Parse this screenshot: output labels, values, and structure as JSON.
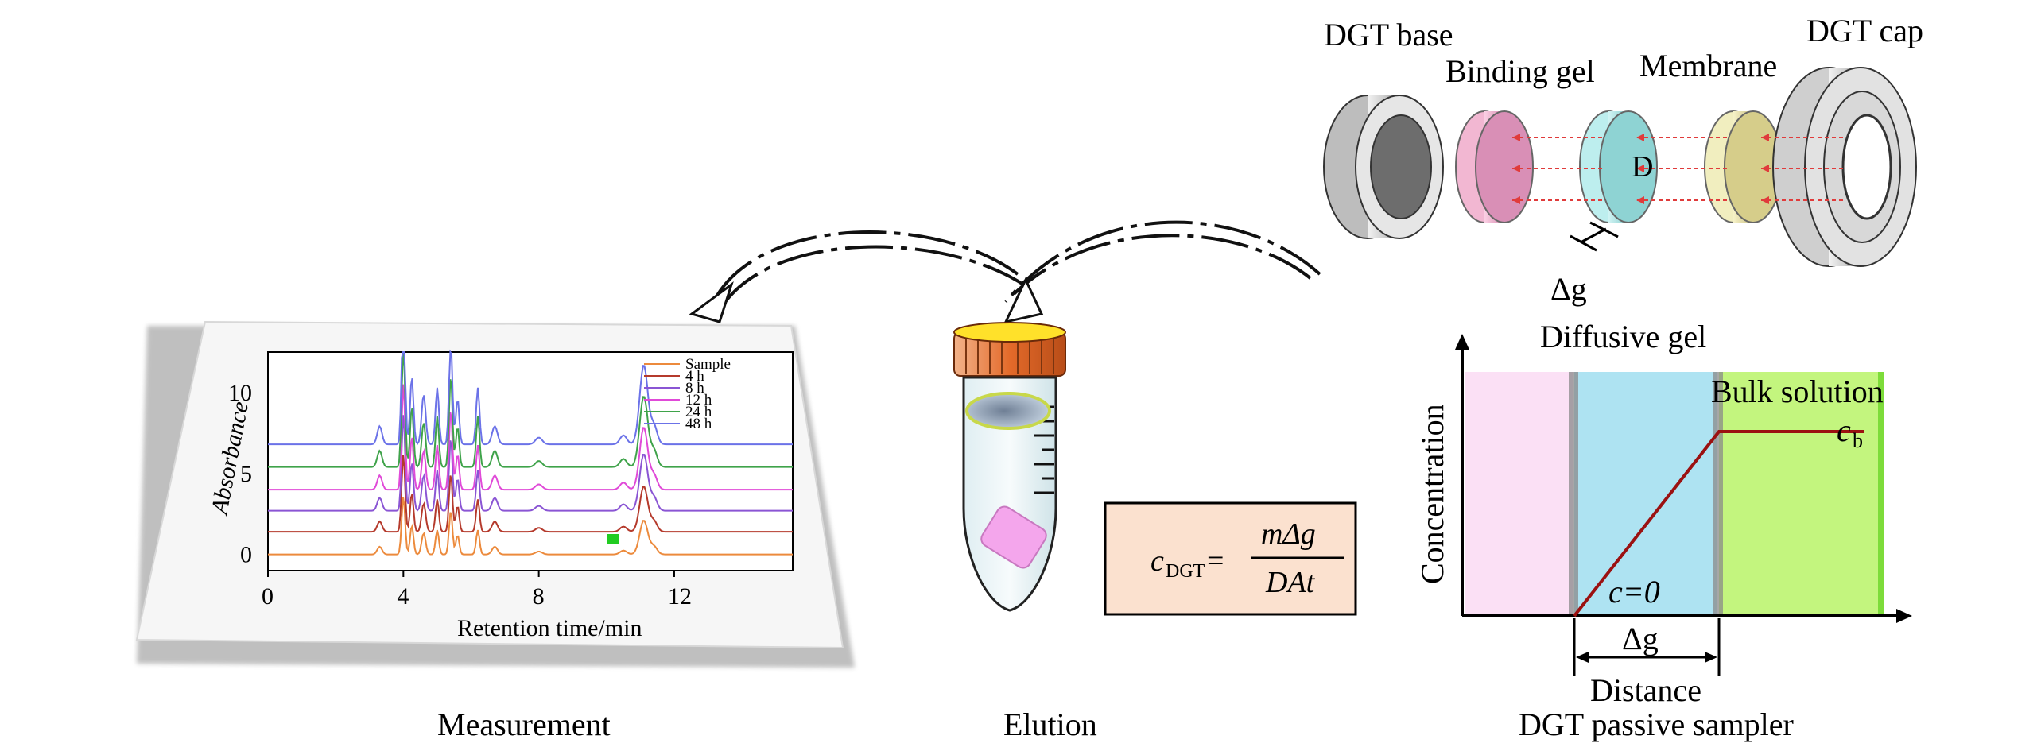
{
  "captions": {
    "measurement": "Measurement",
    "elution": "Elution",
    "sampler": "DGT passive sampler"
  },
  "sampler_labels": {
    "base": "DGT base",
    "binding_gel": "Binding gel",
    "membrane": "Membrane",
    "cap": "DGT cap",
    "diffusive_gel": "Diffusive gel",
    "d_symbol": "D",
    "delta_g": "Δg"
  },
  "formula": {
    "lhs_main": "c",
    "lhs_sub": "DGT",
    "equals": "=",
    "numerator": "mΔg",
    "denominator": "DAt"
  },
  "profile": {
    "y_label": "Concentration",
    "x_label": "Distance",
    "bulk_label": "Bulk solution",
    "cb_main": "c",
    "cb_sub": "b",
    "c0": "c=0",
    "delta_g": "Δg"
  },
  "colors": {
    "binding_zone": "#fbe0f5",
    "diffusive_zone": "#aee3f2",
    "bulk_zone": "#c3f57e",
    "profile_line": "#9b1111",
    "formula_box": "#fbe1cf",
    "arrow_red": "#e03b3b"
  },
  "chart_data": {
    "type": "line",
    "xlabel": "Retention time/min",
    "ylabel": "Absorbance",
    "xticks": [
      "0",
      "4",
      "8",
      "12"
    ],
    "yticks": [
      "0",
      "5",
      "10"
    ],
    "xlim": [
      0,
      15.5
    ],
    "ylim": [
      -1,
      12.5
    ],
    "series": [
      {
        "name": "Sample",
        "color": "#ec8a3c",
        "offset": 0,
        "scale": 0.6
      },
      {
        "name": "4 h",
        "color": "#b53a2c",
        "offset": 1.4,
        "scale": 0.8
      },
      {
        "name": "8 h",
        "color": "#8a55d4",
        "offset": 2.7,
        "scale": 1.0
      },
      {
        "name": "12 h",
        "color": "#e04ad8",
        "offset": 4.0,
        "scale": 1.1
      },
      {
        "name": "24 h",
        "color": "#3fa34a",
        "offset": 5.4,
        "scale": 1.25
      },
      {
        "name": "48 h",
        "color": "#6b72e8",
        "offset": 6.8,
        "scale": 1.4
      }
    ]
  }
}
